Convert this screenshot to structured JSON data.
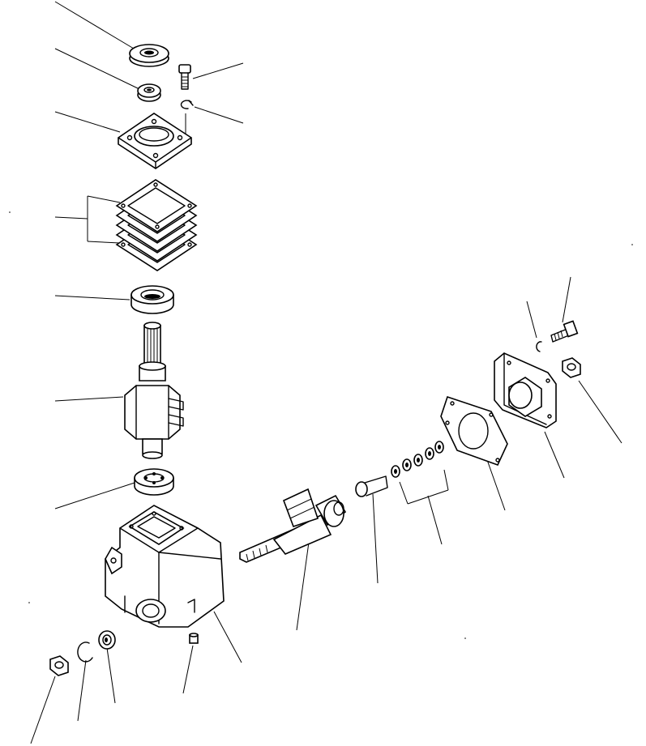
{
  "diagram": {
    "kind": "exploded-parts-view",
    "line_color": "#000000",
    "background_color": "#ffffff",
    "parts": [
      "oil-seal",
      "bearing-top",
      "bolt-cover",
      "lock-washer-cover",
      "bearing-cover",
      "shim-set",
      "bearing-upper",
      "pitman-shaft",
      "bearing-lower",
      "gear-housing",
      "nut-left",
      "snap-ring-left",
      "seal-left",
      "plug",
      "worm-shaft",
      "bolt-side",
      "washer-set",
      "gasket",
      "side-cover",
      "snap-ring-right",
      "bolt-right",
      "nut-right"
    ]
  }
}
